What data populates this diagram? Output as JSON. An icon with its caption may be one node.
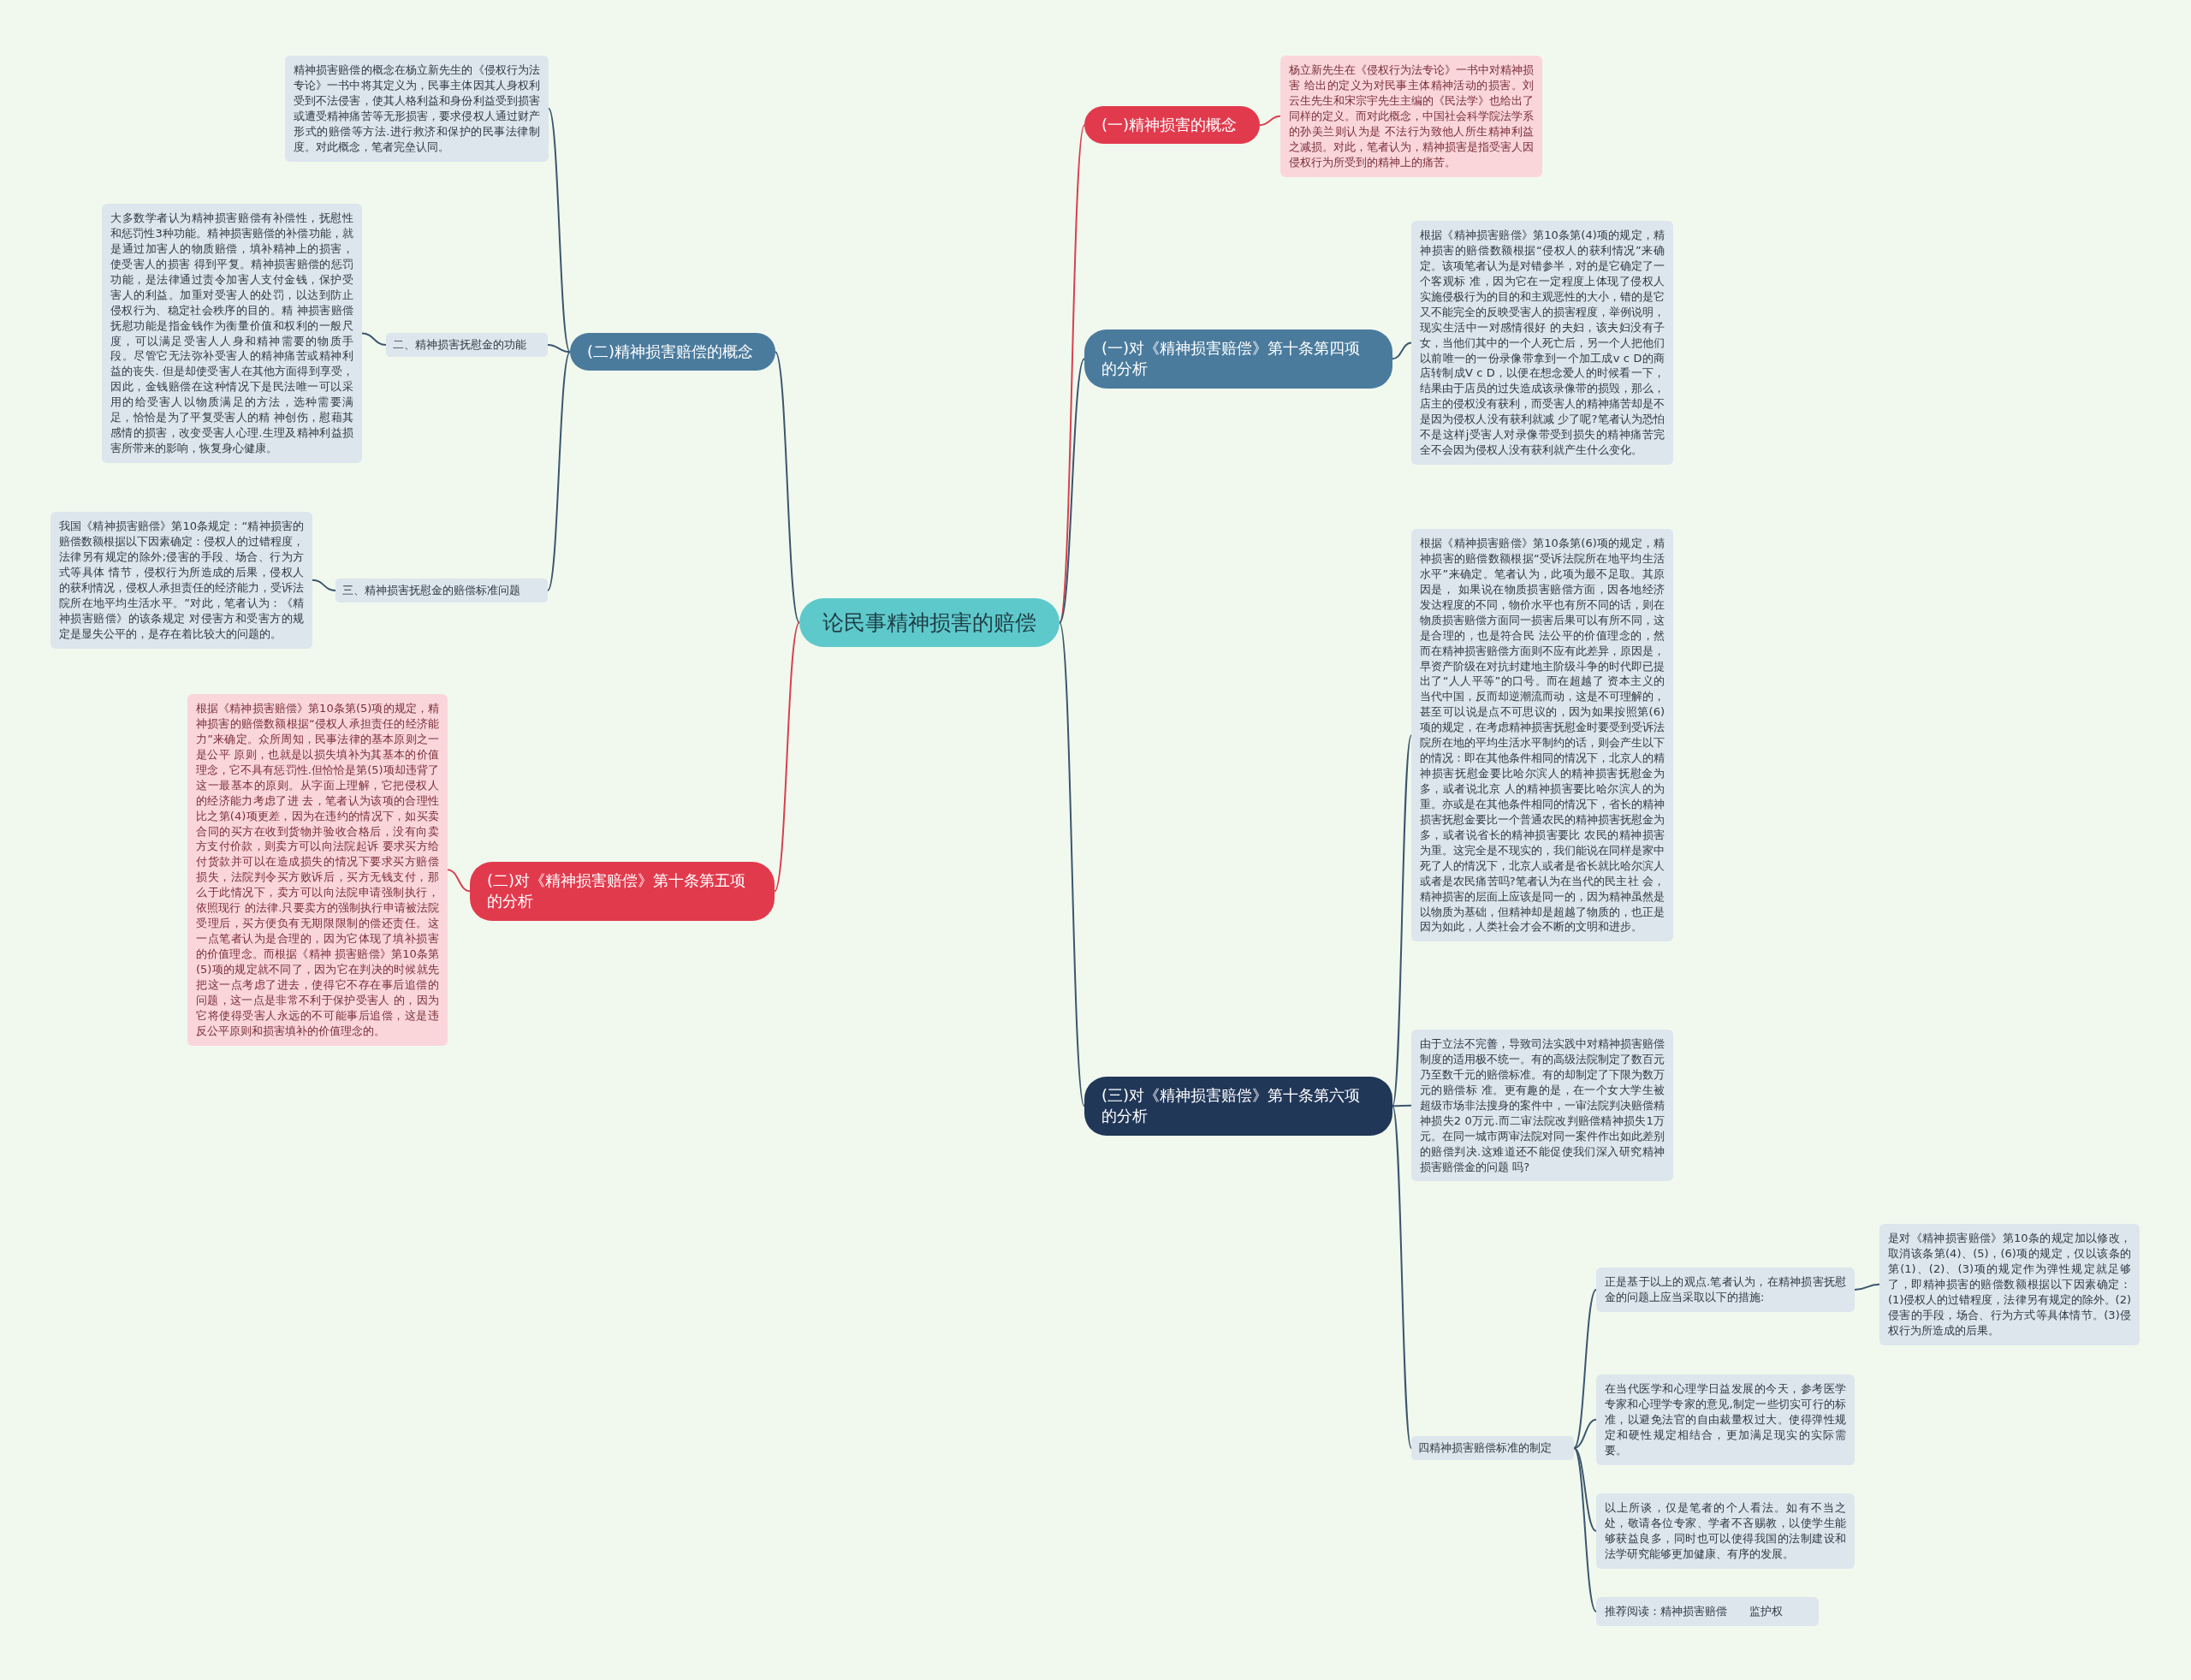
{
  "diagram": {
    "nodes": [
      {
        "text": [
          "论民事精神损害的赔偿"
        ]
      },
      {
        "text": [
          "(一)精神损害的概念"
        ]
      },
      {
        "text": [
          "杨立新先生在《侵权行为法专论》一书中对精神损害 给出的定义为对民事主体精神活动的损害。刘云生先生和宋宗宇先生主编的《民法学》也给出了同样的定义。而对此概念，中国社会科学院法学系的孙美兰则认为是 不法行为致他人所生精神利益之减损。对此，笔者认为，精神损害是指受害人因侵权行为所受到的精神上的痛苦。"
        ]
      },
      {
        "text": [
          "(一)对《精神损害赔偿》第十条第四项的分析"
        ]
      },
      {
        "text": [
          "根据《精神损害赔偿》第10条第(4)项的规定，精神损害的赔偿数额根据“侵权人的获利情况”来确定。该项笔者认为是对错参半，对的是它确定了一个客观标 准，因为它在一定程度上体现了侵权人实施侵极行为的目的和主观恶性的大小，错的是它又不能完全的反映受害人的损害程度，举例说明，现实生活中一对感情很好 的夫妇，该夫妇没有子女，当他们其中的一个人死亡后，另一个人把他们以前唯一的一份录像带拿到一个加工成v c D的商店转制成V c D，以便在想念爱人的时候看一下，结果由于店员的过失造成该录像带的损毁，那么，店主的侵权没有获利，而受害人的精神痛苦却是不是因为侵权人没有获利就减 少了呢?笔者认为恐怕不是这样j受害人对录像带受到损失的精神痛苦完全不会因为侵权人没有获利就产生什么变化。"
        ]
      },
      {
        "text": [
          "(三)对《精神损害赔偿》第十条第六项的分析"
        ]
      },
      {
        "text": [
          "根据《精神损害赔偿》第10条第(6)项的规定，精神损害的赔偿数额根据“受诉法院所在地平均生活水平”来确定。笔者认为，此项为最不足取。其原因是， 如果说在物质损害赔偿方面，因各地经济发达程度的不同，物价水平也有所不同的话，则在物质损害赔偿方面同一损害后果可以有所不同，这是合理的，也是符合民 法公平的价值理念的，然而在精神损害赔偿方面则不应有此差异，原因是，早资产阶级在对抗封建地主阶级斗争的时代即已提出了“人人平等”的口号。而在超越了 资本主义的当代中国，反而却逆潮流而动，这是不可理解的，甚至可以说是点不可思议的，因为如果按照第(6)项的规定，在考虑精神损害抚慰金时要受到受诉法院所在地的平均生活水平制约的话，则会产生以下的情况：即在其他条件相同的情况下，北京人的精神损害抚慰金要比哈尔滨人的精神损害抚慰金为多，或者说北京 人的精神损害要比哈尔滨人的为重。亦或是在其他条件相同的情况下，省长的精神损害抚慰金要比一个普通农民的精神损害抚慰金为多，或者说省长的精神损害要比 农民的精神损害为重。这完全是不现实的，我们能说在同样是家中死了人的情况下，北京人或者是省长就比哈尔滨人或者是农民痛苦吗?笔者认为在当代的民主社 会，精神损害的层面上应该是同一的，因为精神虽然是以物质为基础，但精神却是超越了物质的，也正是因为如此，人类社会才会不断的文明和进步。"
        ]
      },
      {
        "text": [
          "由于立法不完善，导致司法实践中对精神损害赔偿制度的适用极不统一。有的高级法院制定了数百元乃至数千元的赔偿标准。有的却制定了下限为数万元的赔偿标 准。更有趣的是，在一个女大学生被超级市场非法搜身的案件中，一审法院判决赔偿精神损失2 0万元.而二审法院改判赔偿精神损失1万元。在同一城市两审法院对同一案件作出如此差别的赔偿判决.这难道还不能促使我们深入研究精神损害赔偿金的问题 吗?"
        ]
      },
      {
        "text": [
          "四精神损害赔偿标准的制定"
        ]
      },
      {
        "text": [
          "正是基于以上的观点.笔者认为，在精神损害抚慰金的问题上应当采取以下的措施:"
        ]
      },
      {
        "text": [
          "是对《精神损害赔偿》第10条的规定加以修改，取消该条第(4)、(5)，(6)项的规定，仅以该条的第(1)、(2)、(3)项的规定作为弹性规定就足够了，即精神损害的赔偿数额根据以下因素确定：(1)侵权人的过错程度，法律另有规定的除外。(2)侵害的手段，场合、行为方式等具体情节。(3)侵权行为所造成的后果。"
        ]
      },
      {
        "text": [
          "在当代医学和心理学日益发展的今天，参考医学专家和心理学专家的意见,制定一些切实可行的标准，以避免法官的自由裁量权过大。使得弹性规定和硬性规定相结合，更加满足现实的实际需要。"
        ]
      },
      {
        "text": [
          "以上所谈，仅是笔者的个人看法。如有不当之处，敬请各位专家、学者不吝赐教，以使学生能够获益良多，同时也可以使得我国的法制建设和法学研究能够更加健康、有序的发展。"
        ]
      },
      {
        "text": [
          "推荐阅读：精神损害赔偿　　监护权"
        ]
      },
      {
        "text": [
          "(二)精神损害赔偿的概念"
        ]
      },
      {
        "text": [
          "精神损害赔偿的概念在杨立新先生的《侵权行为法专论》一书中将其定义为，民事主体因其人身权利受到不法侵害，使其人格利益和身份利益受到损害或遭受精神痛苦等无形损害，要求侵权人通过财产形式的赔偿等方法.进行救济和保护的民事法律制度。对此概念，笔者完垒认同。"
        ]
      },
      {
        "text": [
          "二、精神损害抚慰金的功能"
        ]
      },
      {
        "text": [
          "大多数学者认为精神损害赔偿有补偿性，抚慰性和惩罚性3种功能。精神损害赔偿的补偿功能，就是通过加害人的物质赔偿，填补精神上的损害，使受害人的损害 得到平复。精神损害赔偿的惩罚功能，是法律通过责令加害人支付金钱，保护受害人的利益。加重对受害人的处罚，以达到防止侵权行为、稳定社会秩序的目的。精 神损害赔偿抚慰功能是指金钱作为衡量价值和权利的一般尺度，可以满足受害人人身和精神需要的物质手段。尽管它无法弥补受害人的精神痛苦或精神利益的丧失. 但是却使受害人在其他方面得到享受，因此，金钱赔偿在这种情况下是民法唯一可以采用的给受害人以物质满足的方法，选种需要满足，恰恰是为了平复受害人的精 神创伤，慰藉其感情的损害，改变受害人心理.生理及精神利益损害所带来的影响，恢复身心健康。"
        ]
      },
      {
        "text": [
          "三、精神损害抚慰金的赔偿标准问题"
        ]
      },
      {
        "text": [
          "我国《精神损害赔偿》第10条规定：“精神损害的赔偿数额根据以下因素确定：侵权人的过错程度，法律另有规定的除外;侵害的手段、场合、行为方式等具体 情节，侵权行为所造成的后果，侵权人的获利情况，侵权人承担责任的经济能力，受诉法院所在地平均生活水平。”对此，笔者认为：《精神损害赔偿》的该条规定 对侵害方和受害方的规定是显失公平的，是存在着比较大的问题的。"
        ]
      },
      {
        "text": [
          "(二)对《精神损害赔偿》第十条第五项的分析"
        ]
      },
      {
        "text": [
          "根据《精神损害赔偿》第10条第(5)项的规定，精神损害的赔偿数额根据“侵权人承担责任的经济能力”来确定。众所周知，民事法律的基本原则之一是公平 原则，也就是以损失填补为其基本的价值理念，它不具有惩罚性.但恰恰是第(5)项却违背了这一最基本的原则。从字面上理解，它把侵权人的经济能力考虑了进 去，笔者认为该项的合理性比之第(4)项更差，因为在违约的情况下，如买卖合同的买方在收到货物并验收合格后，没有向卖方支付价款，则卖方可以向法院起诉 要求买方给付货款并可以在造成损失的情况下要求买方赔偿损失，法院判令买方败诉后，买方无钱支付，那么于此情况下，卖方可以向法院申请强制执行，依照现行 的法律.只要卖方的强制执行申请被法院受理后，买方便负有无期限限制的偿还责任。这一点笔者认为是合理的，因为它体现了填补损害的价值理念。而根据《精神 损害赔偿》第10条第(5)项的规定就不同了，因为它在判决的时候就先把这一点考虑了进去，使得它不存在事后追偿的问题，这一点是非常不利于保护受害人 的，因为它将使得受害人永远的不可能事后追偿，这是违反公平原则和损害填补的价值理念的。"
        ]
      }
    ],
    "edges": [
      {
        "from": 0,
        "to": 1,
        "arrow": "none",
        "color": "#d9404f"
      },
      {
        "from": 1,
        "to": 2,
        "arrow": "none",
        "color": "#d9404f"
      },
      {
        "from": 0,
        "to": 3,
        "arrow": "none"
      },
      {
        "from": 3,
        "to": 4,
        "arrow": "none"
      },
      {
        "from": 0,
        "to": 5,
        "arrow": "none"
      },
      {
        "from": 5,
        "to": 6,
        "arrow": "none"
      },
      {
        "from": 5,
        "to": 7,
        "arrow": "none"
      },
      {
        "from": 5,
        "to": 8,
        "arrow": "none"
      },
      {
        "from": 8,
        "to": 9,
        "arrow": "none"
      },
      {
        "from": 9,
        "to": 10,
        "arrow": "none"
      },
      {
        "from": 8,
        "to": 11,
        "arrow": "none"
      },
      {
        "from": 8,
        "to": 12,
        "arrow": "none"
      },
      {
        "from": 8,
        "to": 13,
        "arrow": "none"
      },
      {
        "from": 0,
        "to": 14,
        "arrow": "none"
      },
      {
        "from": 14,
        "to": 15,
        "arrow": "none"
      },
      {
        "from": 14,
        "to": 16,
        "arrow": "none"
      },
      {
        "from": 16,
        "to": 17,
        "arrow": "none"
      },
      {
        "from": 14,
        "to": 18,
        "arrow": "none"
      },
      {
        "from": 18,
        "to": 19,
        "arrow": "none"
      },
      {
        "from": 0,
        "to": 20,
        "arrow": "none",
        "color": "#d9404f"
      },
      {
        "from": 20,
        "to": 21,
        "arrow": "none",
        "color": "#d9404f"
      }
    ]
  }
}
